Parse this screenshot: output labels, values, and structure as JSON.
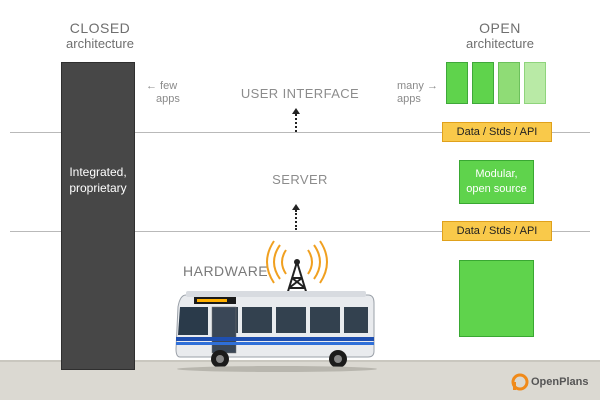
{
  "closed": {
    "title": "CLOSED",
    "subtitle": "architecture",
    "block_label_line1": "Integrated,",
    "block_label_line2": "proprietary",
    "apps_note_line1": "← few",
    "apps_note_line2": "apps",
    "color": "#474747"
  },
  "open": {
    "title": "OPEN",
    "subtitle": "architecture",
    "apps_note_line1": "many →",
    "apps_note_line2": "apps",
    "api_top": "Data / Stds / API",
    "api_bottom": "Data / Stds / API",
    "server_line1": "Modular,",
    "server_line2": "open source",
    "colors": {
      "green": "#5fd34c",
      "light_green": "#a6e48c",
      "api": "#f9c94a"
    }
  },
  "layers": {
    "user_interface": "USER INTERFACE",
    "server": "SERVER",
    "hardware": "HARDWARE"
  },
  "icons": [
    "antenna-tower-icon",
    "bus-image",
    "openplans-logo"
  ],
  "logo": {
    "text": "OpenPlans"
  }
}
